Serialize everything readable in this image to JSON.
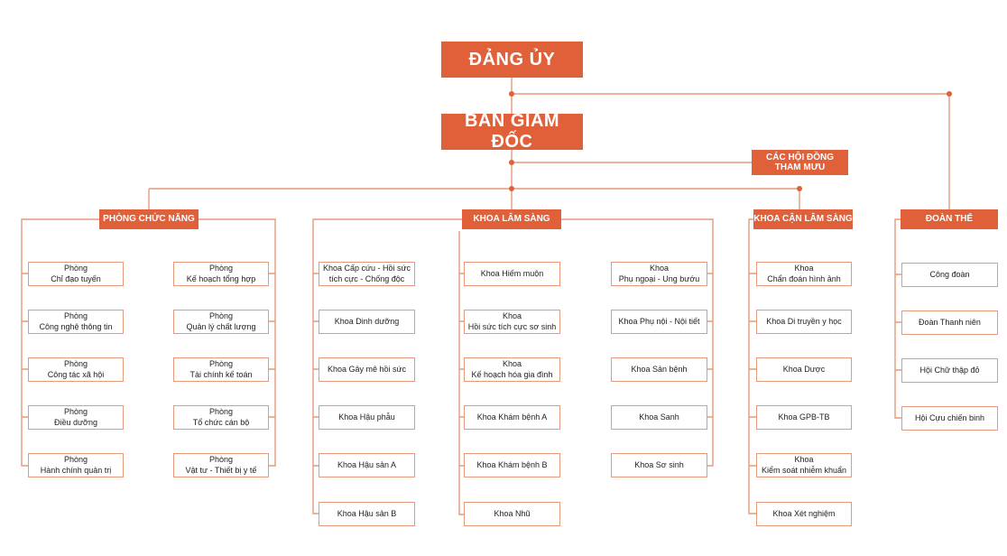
{
  "top": {
    "dang_uy": "ĐẢNG ỦY",
    "ban_giam_doc": "BAN GIÁM ĐỐC"
  },
  "advisory": [
    "CÁC HỘI ĐỒNG",
    "THAM MƯU"
  ],
  "categories": {
    "phong": "PHÒNG CHỨC NĂNG",
    "lam_sang": "KHOA LÂM SÀNG",
    "can_lam_sang": "KHOA CẬN LÂM SÀNG",
    "doan_the": "ĐOÀN THỂ"
  },
  "phong_left": [
    [
      "Phòng",
      "Chỉ đạo tuyến"
    ],
    [
      "Phòng",
      "Công nghệ thông tin"
    ],
    [
      "Phòng",
      "Công tác xã hội"
    ],
    [
      "Phòng",
      "Điều dưỡng"
    ],
    [
      "Phòng",
      "Hành chính quản trị"
    ]
  ],
  "phong_right": [
    [
      "Phòng",
      "Kế hoạch tổng hợp"
    ],
    [
      "Phòng",
      "Quản lý chất lượng"
    ],
    [
      "Phòng",
      "Tài chính kế toán"
    ],
    [
      "Phòng",
      "Tổ chức cán bộ"
    ],
    [
      "Phòng",
      "Vật tư - Thiết bị y tế"
    ]
  ],
  "lam_sang_col1": [
    [
      "Khoa Cấp cứu - Hồi sức",
      "tích cực - Chống độc"
    ],
    [
      "Khoa Dinh dưỡng"
    ],
    [
      "Khoa Gây mê hồi sức"
    ],
    [
      "Khoa Hậu phẫu"
    ],
    [
      "Khoa Hậu sản A"
    ],
    [
      "Khoa Hậu sản B"
    ]
  ],
  "lam_sang_col2": [
    [
      "Khoa Hiếm muộn"
    ],
    [
      "Khoa",
      "Hồi sức tích cực sơ sinh"
    ],
    [
      "Khoa",
      "Kế hoạch hóa gia đình"
    ],
    [
      "Khoa Khám bệnh A"
    ],
    [
      "Khoa Khám bệnh B"
    ],
    [
      "Khoa Nhũ"
    ]
  ],
  "lam_sang_col3": [
    [
      "Khoa",
      "Phụ ngoại - Ung bướu"
    ],
    [
      "Khoa Phụ nội - Nội tiết"
    ],
    [
      "Khoa Sản bệnh"
    ],
    [
      "Khoa Sanh"
    ],
    [
      "Khoa Sơ sinh"
    ]
  ],
  "can_lam_sang": [
    [
      "Khoa",
      "Chẩn đoán hình ảnh"
    ],
    [
      "Khoa Di truyền y học"
    ],
    [
      "Khoa Dược"
    ],
    [
      "Khoa GPB-TB"
    ],
    [
      "Khoa",
      "Kiểm soát nhiễm khuẩn"
    ],
    [
      "Khoa Xét nghiệm"
    ]
  ],
  "doan_the": [
    [
      "Công đoàn"
    ],
    [
      "Đoàn Thanh niên"
    ],
    [
      "Hội Chữ thập đỏ"
    ],
    [
      "Hội Cựu chiến binh"
    ]
  ],
  "colors": {
    "accent": "#e0603a",
    "line": "#e59a7c",
    "text": "#222222"
  }
}
